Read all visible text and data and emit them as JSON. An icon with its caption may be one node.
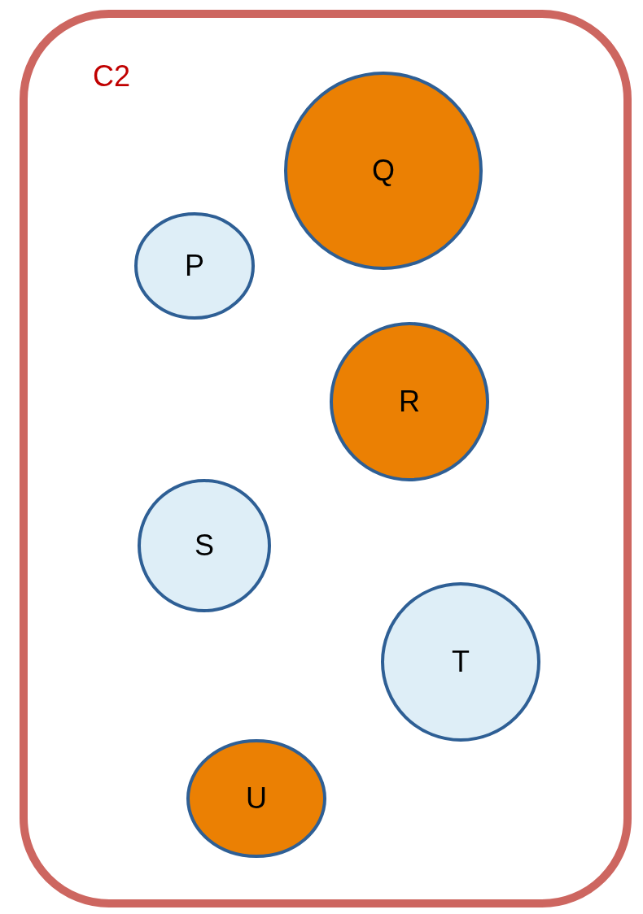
{
  "diagram": {
    "nodes": [
      {
        "text": [
          "C2"
        ]
      },
      {
        "text": [
          "Q"
        ],
        "in": 0
      },
      {
        "text": [
          "P"
        ],
        "in": 0
      },
      {
        "text": [
          "R"
        ],
        "in": 0
      },
      {
        "text": [
          "S"
        ],
        "in": 0
      },
      {
        "text": [
          "T"
        ],
        "in": 0
      },
      {
        "text": [
          "U"
        ],
        "in": 0
      }
    ]
  }
}
